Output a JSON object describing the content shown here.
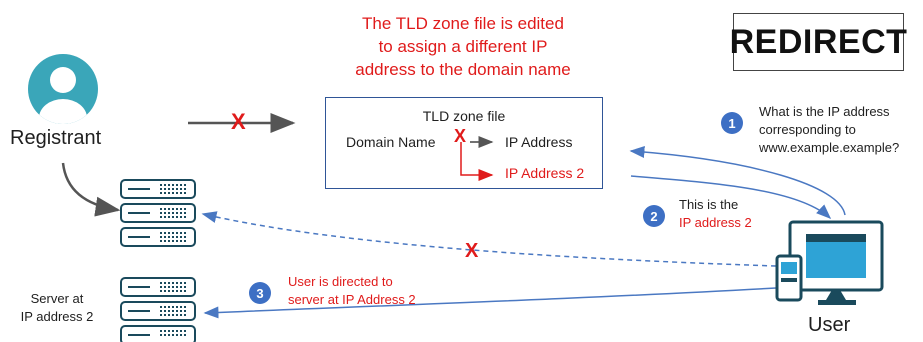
{
  "heading": {
    "line1": "The TLD zone file is edited",
    "line2": "to assign a different IP",
    "line3": "address to the domain name"
  },
  "redirect_label": "REDIRECT",
  "zone_file": {
    "title": "TLD zone file",
    "domain_name": "Domain Name",
    "ip_address": "IP Address",
    "ip_address_2": "IP Address 2"
  },
  "registrant_label": "Registrant",
  "user_label": "User",
  "server_label": {
    "line1": "Server at",
    "line2": "IP address 2"
  },
  "steps": [
    {
      "number": "1",
      "lines": [
        "What is the IP address",
        "corresponding to",
        "www.example.example?"
      ]
    },
    {
      "number": "2",
      "lines": [
        "This is the",
        "IP address 2"
      ]
    },
    {
      "number": "3",
      "lines": [
        "User is directed to",
        "server at IP Address 2"
      ]
    }
  ],
  "blocked_mark": "X",
  "colors": {
    "red": "#e01b1b",
    "blue_badge": "#3d6fc4",
    "arrow_blue": "#4a78c2",
    "box_border": "#2f5597",
    "server_teal": "#1a4a5c",
    "avatar_teal": "#3aa6b9",
    "user_blue": "#2ea3d6"
  }
}
